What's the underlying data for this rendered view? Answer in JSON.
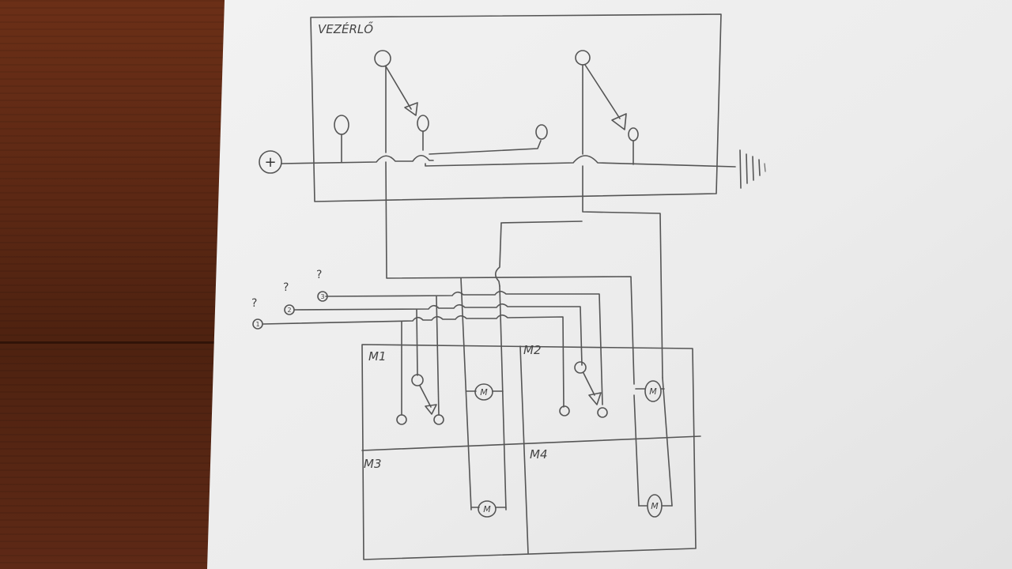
{
  "box_labels": {
    "vezerlo": "VEZÉRLŐ",
    "m1": "M1",
    "m2": "M2",
    "m3": "M3",
    "m4": "M4"
  },
  "supply": {
    "plus": "+"
  },
  "motor_symbol": "M",
  "terminals": [
    {
      "number": "1",
      "mark": "?"
    },
    {
      "number": "2",
      "mark": "?"
    },
    {
      "number": "3",
      "mark": "?"
    }
  ]
}
